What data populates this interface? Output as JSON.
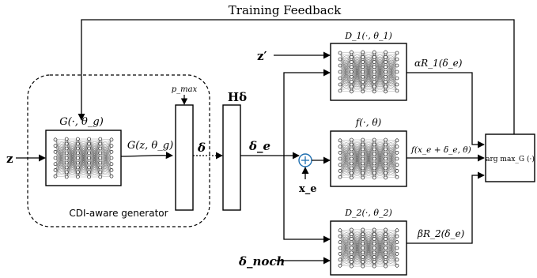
{
  "title": "Training Feedback",
  "generator": {
    "caption": "CDI-aware generator",
    "box_label_top": "G(·, θ_g)",
    "output_label": "G(z, θ_g)"
  },
  "signals": {
    "input_z": "z",
    "delta_out": "δ",
    "p_max": "p_max",
    "h_block": "Hδ",
    "delta_e": "δ_e",
    "z_prime": "z′",
    "x_e": "x_e",
    "delta_noch": "δ_noch"
  },
  "networks": [
    {
      "id": "D1",
      "label": "D_1(·, θ_1)",
      "out": "αR_1(δ_e)"
    },
    {
      "id": "f",
      "label": "f(·, θ)",
      "out": "f(x_e + δ_e, θ)"
    },
    {
      "id": "D2",
      "label": "D_2(·, θ_2)",
      "out": "βR_2(δ_e)"
    }
  ],
  "argmax_label": "arg max_G (·)",
  "colors": {
    "stroke": "#000000",
    "node": "#ffffff",
    "adder": "#1f6fb0"
  }
}
